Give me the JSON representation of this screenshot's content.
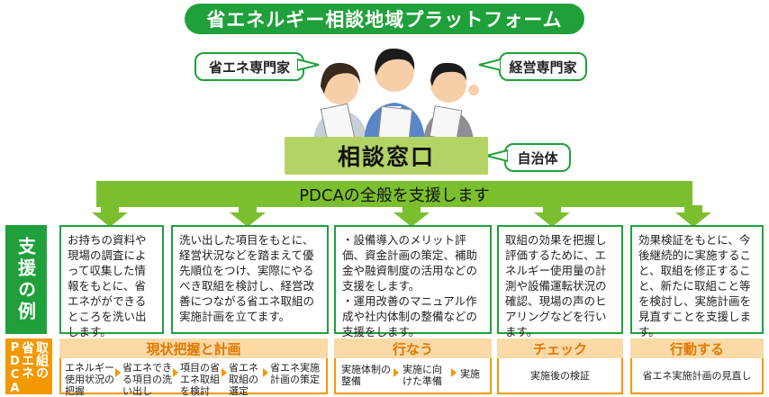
{
  "title": "省エネルギー相談地域プラットフォーム",
  "bubbles": {
    "energy_expert": "省エネ専門家",
    "mgmt_expert": "経営専門家",
    "municipality": "自治体"
  },
  "desk_label": "相談窓口",
  "pdca_bar": "PDCAの全般を支援します",
  "support_label": "支援の例",
  "support_boxes": [
    "お持ちの資料や現場の調査によって収集した情報をもとに、省エネがができるところを洗い出します。",
    "洗い出した項目をもとに、経営状況などを踏まえて優先順位をつけ、実際にやるべき取組を検討し、経営改善につながる省エネ取組の実施計画を立てます。",
    "・設備導入のメリット評価、資金計画の策定、補助金や融資制度の活用などの支援をします。\n・運用改善のマニュアル作成や社内体制の整備などの支援をします。",
    "取組の効果を把握し評価するために、エネルギー使用量の計測や設備運転状況の確認、現場の声のヒアリングなどを行います。",
    "効果検証をもとに、今後継続的に実施すること、取組を修正すること、新たに取組こと等を検討し、実施計画を見直すことを支援します。"
  ],
  "pdca_left": {
    "col1": "PDCA",
    "col2": "取組の",
    "col3": "省エネ"
  },
  "phases": [
    {
      "title": "現状把握と計画",
      "steps": [
        "エネルギー使用状況の把握",
        "省エネできる項目の洗い出し",
        "項目の省エネ取組を検討",
        "省エネ取組の選定",
        "省エネ実施計画の策定"
      ]
    },
    {
      "title": "行なう",
      "steps": [
        "実施体制の整備",
        "実施に向けた準備",
        "実施"
      ]
    },
    {
      "title": "チェック",
      "steps": [
        "実施後の検証"
      ]
    },
    {
      "title": "行動する",
      "steps": [
        "省エネ実施計画の見直し"
      ]
    }
  ],
  "colors": {
    "green": "#1fa03a",
    "light_green": "#7cbf2e",
    "orange": "#f39800"
  }
}
